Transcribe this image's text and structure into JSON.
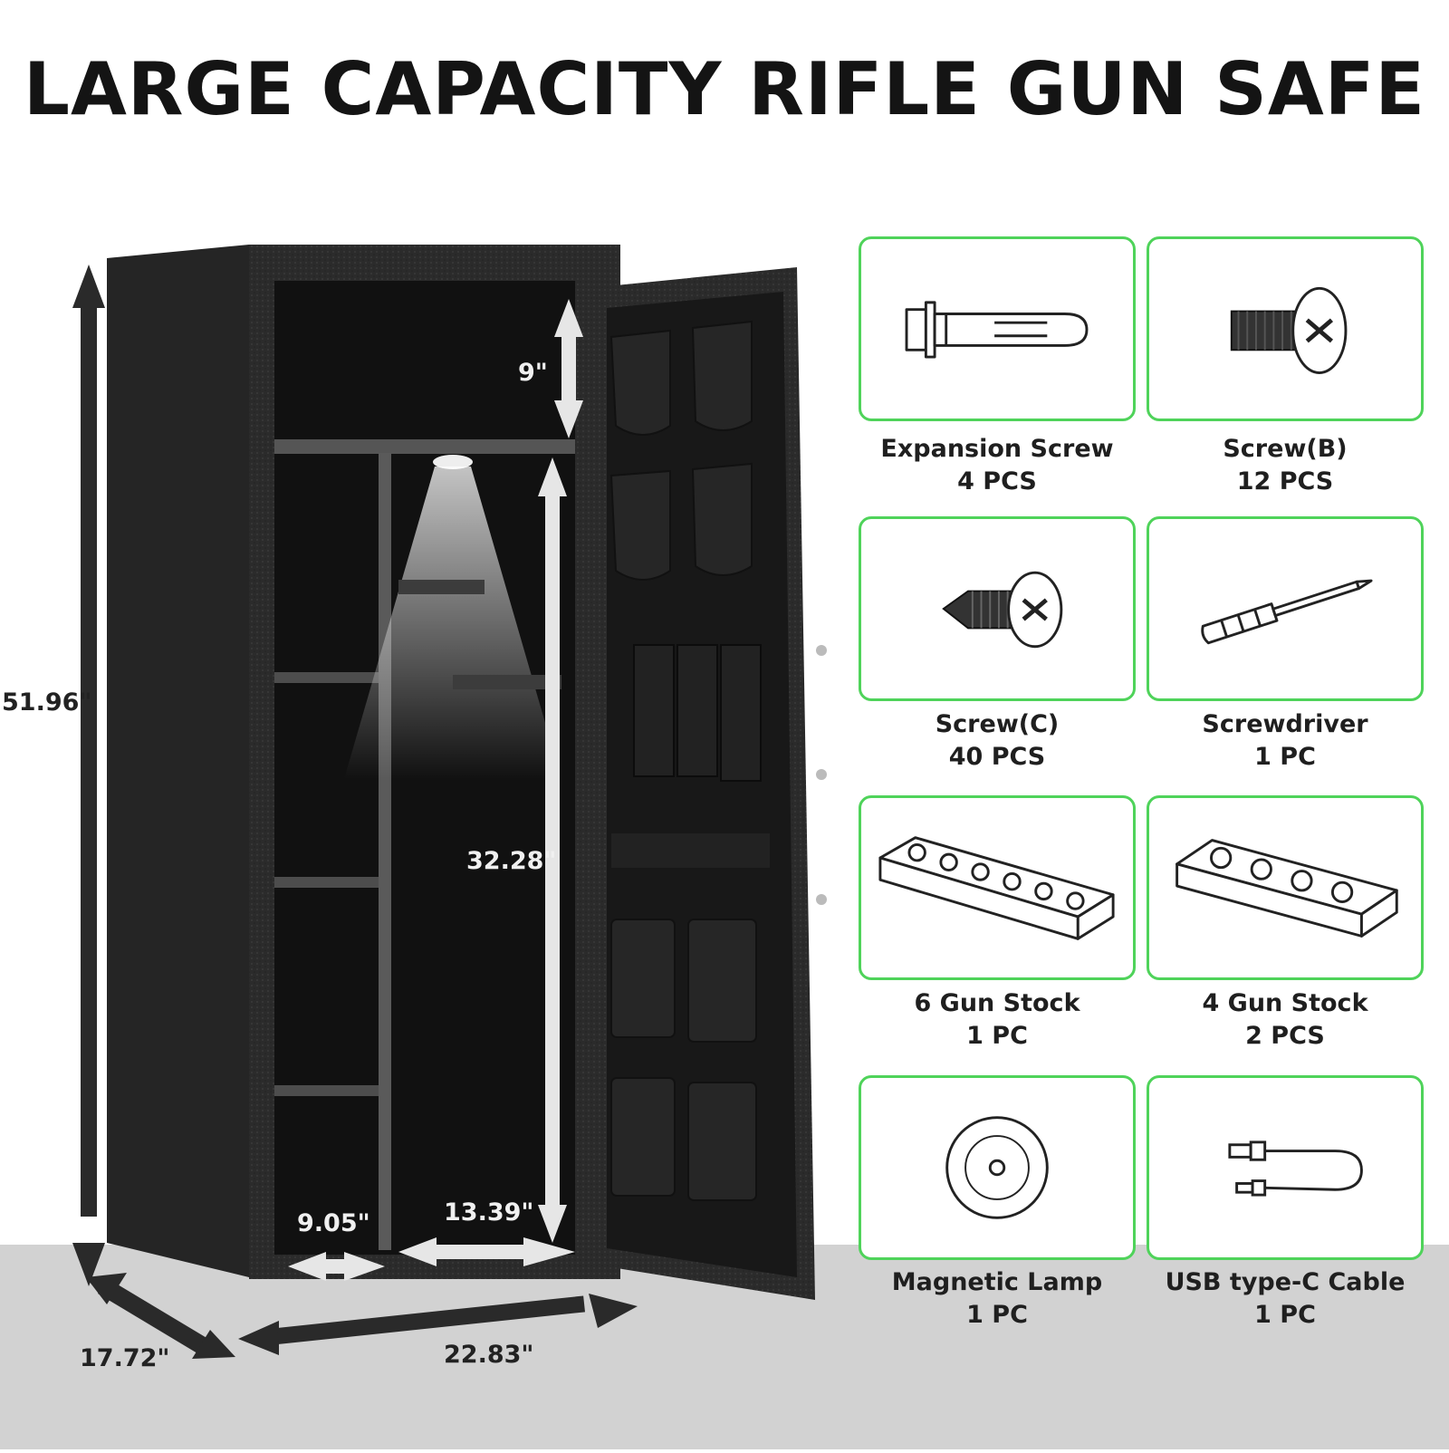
{
  "title": "LARGE CAPACITY RIFLE GUN SAFE",
  "dimensions": {
    "height_total": "51.96\"",
    "depth": "17.72\"",
    "width": "22.83\"",
    "top_compartment": "9\"",
    "main_height": "32.28\"",
    "left_width": "9.05\"",
    "right_width": "13.39\""
  },
  "accessories": [
    {
      "icon": "expansion-screw-icon",
      "name": "Expansion Screw",
      "qty": "4 PCS"
    },
    {
      "icon": "screw-b-icon",
      "name": "Screw(B)",
      "qty": "12 PCS"
    },
    {
      "icon": "screw-c-icon",
      "name": "Screw(C)",
      "qty": "40 PCS"
    },
    {
      "icon": "screwdriver-icon",
      "name": "Screwdriver",
      "qty": "1 PC"
    },
    {
      "icon": "six-gun-stock-icon",
      "name": "6 Gun Stock",
      "qty": "1 PC"
    },
    {
      "icon": "four-gun-stock-icon",
      "name": "4 Gun Stock",
      "qty": "2 PCS"
    },
    {
      "icon": "magnetic-lamp-icon",
      "name": "Magnetic Lamp",
      "qty": "1 PC"
    },
    {
      "icon": "usb-cable-icon",
      "name": "USB type-C Cable",
      "qty": "1 PC"
    }
  ],
  "colors": {
    "card_border": "#4fd35a",
    "safe_body": "#2a2a2a",
    "floor": "#d2d2d2"
  }
}
